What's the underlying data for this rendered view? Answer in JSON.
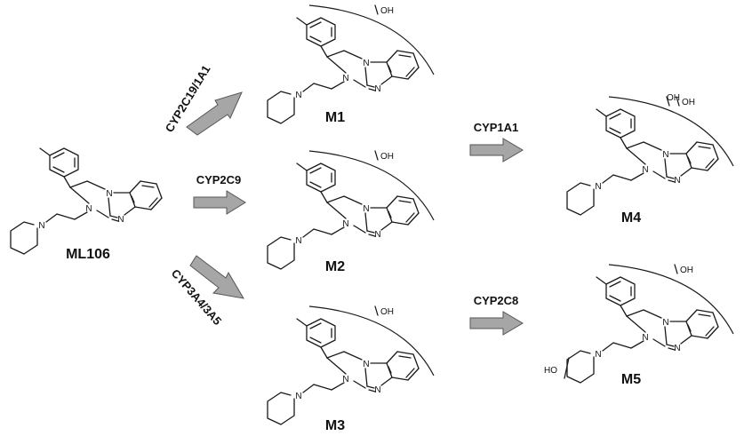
{
  "compounds": {
    "parent": {
      "name": "ML106"
    },
    "m1": {
      "name": "M1",
      "substituent": "OH"
    },
    "m2": {
      "name": "M2",
      "substituent": "OH"
    },
    "m3": {
      "name": "M3",
      "substituent": "OH"
    },
    "m4": {
      "name": "M4",
      "substituent_1": "OH",
      "substituent_2": "OH"
    },
    "m5": {
      "name": "M5",
      "substituent": "OH",
      "piperidine_substituent": "HO"
    }
  },
  "atom_labels": {
    "nitrogen": "N"
  },
  "reactions": [
    {
      "enzyme": "CYP2C19/1A1"
    },
    {
      "enzyme": "CYP2C9"
    },
    {
      "enzyme": "CYP3A4/3A5"
    },
    {
      "enzyme": "CYP1A1"
    },
    {
      "enzyme": "CYP2C8"
    }
  ],
  "colors": {
    "arrow_fill": "#a6a6a6",
    "line": "#1a1a1a"
  }
}
